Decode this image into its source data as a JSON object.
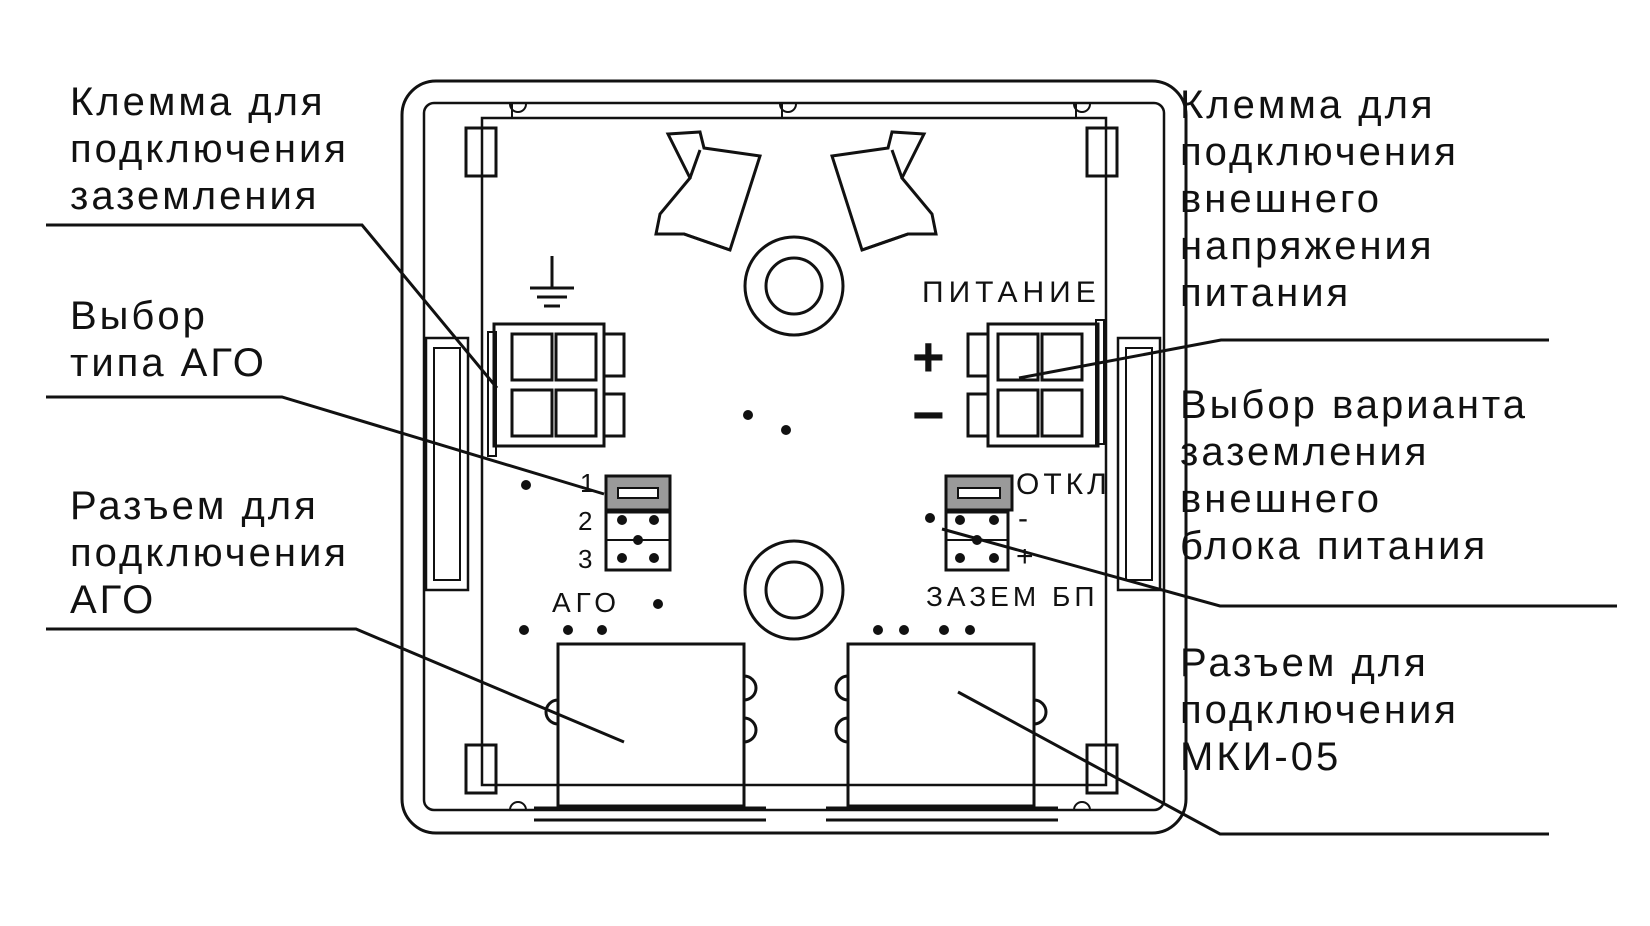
{
  "callouts": {
    "ground_terminal": [
      "Клемма для",
      "подключения",
      "заземления"
    ],
    "ago_type": [
      "Выбор",
      "типа АГО"
    ],
    "ago_connector": [
      "Разъем для",
      "подключения",
      "АГО"
    ],
    "power_terminal": [
      "Клемма для",
      "подключения",
      "внешнего",
      "напряжения",
      "питания"
    ],
    "psu_ground": [
      "Выбор варианта",
      "заземления",
      "внешнего",
      "блока питания"
    ],
    "mki_connector": [
      "Разъем для",
      "подключения",
      "МКИ-05"
    ]
  },
  "board_labels": {
    "power": "ПИТАНИЕ",
    "plus": "+",
    "minus": "−",
    "pin1": "1",
    "pin2": "2",
    "pin3": "3",
    "ago": "АГО",
    "off": "ОТКЛ",
    "jumper_minus": "-",
    "jumper_plus": "+",
    "psu_ground": "ЗАЗЕМ БП"
  },
  "colors": {
    "line": "#111111",
    "jumper_fill": "#9a9a9a",
    "background": "#ffffff"
  },
  "icons": {
    "ground": "ground-symbol-icon"
  }
}
